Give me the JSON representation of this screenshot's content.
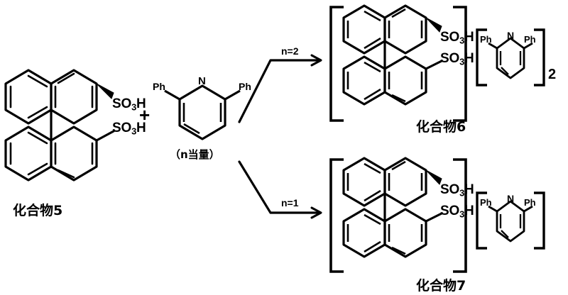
{
  "figure": {
    "type": "chemical-reaction-scheme",
    "language": "ja"
  },
  "reactant": {
    "name": "binaphthyl-disulfonic-acid",
    "label": "化合物5",
    "substituent_upper": "SO",
    "substituent_upper_sub": "3",
    "substituent_upper_tail": "H",
    "substituent_lower": "SO",
    "substituent_lower_sub": "3",
    "substituent_lower_tail": "H"
  },
  "plus_sign": "+",
  "reagent": {
    "name": "2,6-diphenylpyridine",
    "left_group": "Ph",
    "right_group": "Ph",
    "heteroatom": "N",
    "equivalents_note": "（n当量）"
  },
  "arrows": [
    {
      "name": "arrow-n2",
      "condition": "n=2"
    },
    {
      "name": "arrow-n1",
      "condition": "n=1"
    }
  ],
  "products": [
    {
      "name": "compound-6",
      "label": "化合物6",
      "anion_sub_upper": "SO",
      "anion_sub_upper_num": "3",
      "anion_sub_upper_tail": "H",
      "anion_sub_lower": "SO",
      "anion_sub_lower_num": "3",
      "anion_sub_lower_tail": "H",
      "counterion_left": "Ph",
      "counterion_right": "Ph",
      "counterion_heteroatom": "N",
      "counterion_multiplier": "2"
    },
    {
      "name": "compound-7",
      "label": "化合物7",
      "anion_sub_upper": "SO",
      "anion_sub_upper_num": "3",
      "anion_sub_upper_tail": "H",
      "anion_sub_lower": "SO",
      "anion_sub_lower_num": "3",
      "anion_sub_lower_tail": "H",
      "counterion_left": "Ph",
      "counterion_right": "Ph",
      "counterion_heteroatom": "N",
      "counterion_multiplier": ""
    }
  ],
  "colors": {
    "ink": "#000000",
    "background": "#ffffff"
  }
}
